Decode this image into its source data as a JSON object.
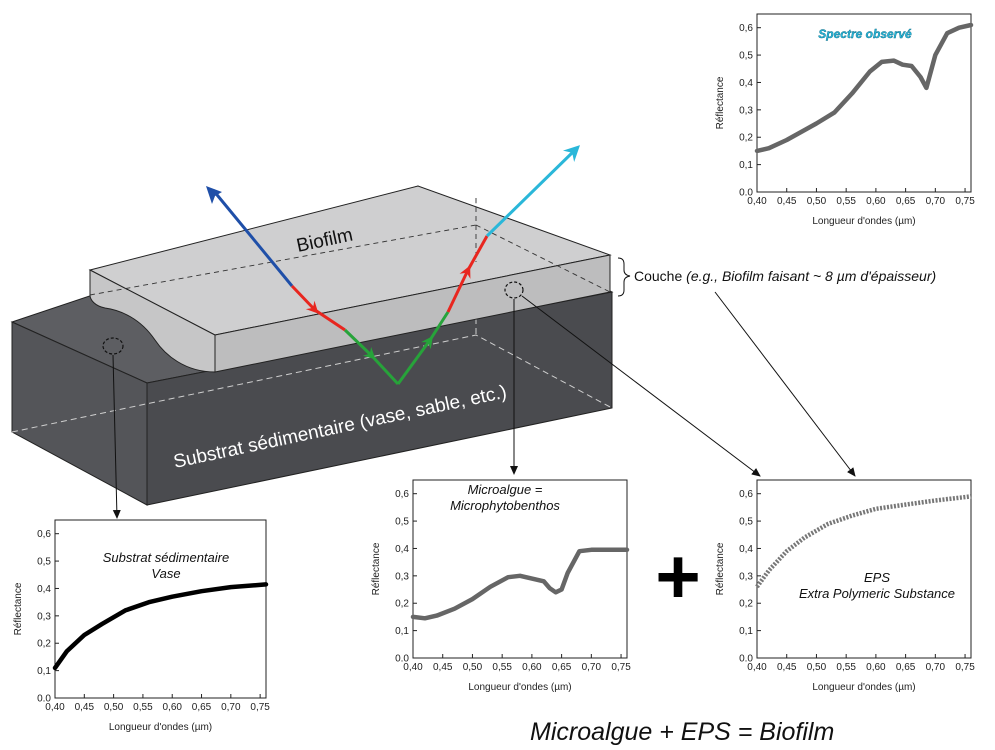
{
  "diagram": {
    "biofilm_label": "Biofilm",
    "substrate_label": "Substrat sédimentaire (vase, sable, etc.)",
    "layer_label_plain": "Couche ",
    "layer_label_italic": "(e.g., Biofilm faisant ~ 8 µm d'épaisseur)",
    "equation": "Microalgue + EPS = Biofilm",
    "plus_sign": "+",
    "colors": {
      "incident_ray": "#1f4fa8",
      "red_segment": "#e8261f",
      "green_segment": "#27a33a",
      "reflected_ray": "#2ab7d9",
      "substrate_front": "#4a4b4f",
      "substrate_top": "#5d5e62",
      "biofilm_top": "#cfcfd0",
      "biofilm_side": "#bdbdbe"
    }
  },
  "chart_data": [
    {
      "id": "observed",
      "type": "line",
      "title_lines": [
        "Spectre observé"
      ],
      "title_color": "#29b6d8",
      "xlabel": "Longueur d'ondes (µm)",
      "ylabel": "Réflectance",
      "xlim": [
        0.4,
        0.76
      ],
      "ylim": [
        0,
        0.65
      ],
      "xticks": [
        "0,40",
        "0,45",
        "0,50",
        "0,55",
        "0,60",
        "0,65",
        "0,70",
        "0,75"
      ],
      "yticks": [
        "0.0",
        "0,1",
        "0,2",
        "0,3",
        "0,4",
        "0,5",
        "0,6"
      ],
      "line_color": "#666666",
      "line_style": "solid",
      "x": [
        0.4,
        0.42,
        0.45,
        0.5,
        0.53,
        0.56,
        0.59,
        0.61,
        0.63,
        0.645,
        0.66,
        0.675,
        0.685,
        0.7,
        0.72,
        0.74,
        0.76
      ],
      "y": [
        0.15,
        0.16,
        0.19,
        0.25,
        0.29,
        0.36,
        0.44,
        0.475,
        0.48,
        0.465,
        0.46,
        0.42,
        0.38,
        0.5,
        0.58,
        0.6,
        0.61
      ]
    },
    {
      "id": "microalgue",
      "type": "line",
      "title_lines": [
        "Microalgue =",
        "Microphytobenthos"
      ],
      "title_color": "#111111",
      "xlabel": "Longueur d'ondes (µm)",
      "ylabel": "Réflectance",
      "xlim": [
        0.4,
        0.76
      ],
      "ylim": [
        0,
        0.65
      ],
      "xticks": [
        "0,40",
        "0,45",
        "0,50",
        "0,55",
        "0,60",
        "0,65",
        "0,70",
        "0,75"
      ],
      "yticks": [
        "0.0",
        "0,1",
        "0,2",
        "0,3",
        "0,4",
        "0,5",
        "0,6"
      ],
      "line_color": "#666666",
      "line_style": "solid",
      "x": [
        0.4,
        0.42,
        0.44,
        0.47,
        0.5,
        0.53,
        0.56,
        0.58,
        0.6,
        0.62,
        0.63,
        0.64,
        0.65,
        0.66,
        0.68,
        0.7,
        0.72,
        0.76
      ],
      "y": [
        0.15,
        0.145,
        0.155,
        0.18,
        0.215,
        0.26,
        0.295,
        0.3,
        0.29,
        0.28,
        0.255,
        0.24,
        0.25,
        0.31,
        0.39,
        0.395,
        0.395,
        0.395
      ]
    },
    {
      "id": "substrat",
      "type": "line",
      "title_lines": [
        "Substrat sédimentaire",
        "Vase"
      ],
      "title_color": "#111111",
      "xlabel": "Longueur d'ondes (µm)",
      "ylabel": "Réflectance",
      "xlim": [
        0.4,
        0.76
      ],
      "ylim": [
        0,
        0.65
      ],
      "xticks": [
        "0,40",
        "0,45",
        "0,50",
        "0,55",
        "0,60",
        "0,65",
        "0,70",
        "0,75"
      ],
      "yticks": [
        "0.0",
        "0,1",
        "0,2",
        "0,3",
        "0,4",
        "0,5",
        "0,6"
      ],
      "line_color": "#000000",
      "line_style": "solid",
      "x": [
        0.4,
        0.42,
        0.45,
        0.48,
        0.52,
        0.56,
        0.6,
        0.65,
        0.7,
        0.76
      ],
      "y": [
        0.11,
        0.17,
        0.23,
        0.27,
        0.32,
        0.35,
        0.37,
        0.39,
        0.405,
        0.415
      ]
    },
    {
      "id": "eps",
      "type": "line",
      "title_lines": [
        "EPS",
        "Extra Polymeric Substance"
      ],
      "title_color": "#111111",
      "xlabel": "Longueur d'ondes (µm)",
      "ylabel": "Réflectance",
      "xlim": [
        0.4,
        0.76
      ],
      "ylim": [
        0,
        0.65
      ],
      "xticks": [
        "0,40",
        "0,45",
        "0,50",
        "0,55",
        "0,60",
        "0,65",
        "0,70",
        "0,75"
      ],
      "yticks": [
        "0.0",
        "0,1",
        "0,2",
        "0,3",
        "0,4",
        "0,5",
        "0,6"
      ],
      "line_color": "#777777",
      "line_style": "dotted",
      "x": [
        0.4,
        0.42,
        0.45,
        0.48,
        0.52,
        0.56,
        0.6,
        0.65,
        0.7,
        0.76
      ],
      "y": [
        0.26,
        0.32,
        0.39,
        0.44,
        0.49,
        0.52,
        0.545,
        0.56,
        0.575,
        0.59
      ]
    }
  ]
}
